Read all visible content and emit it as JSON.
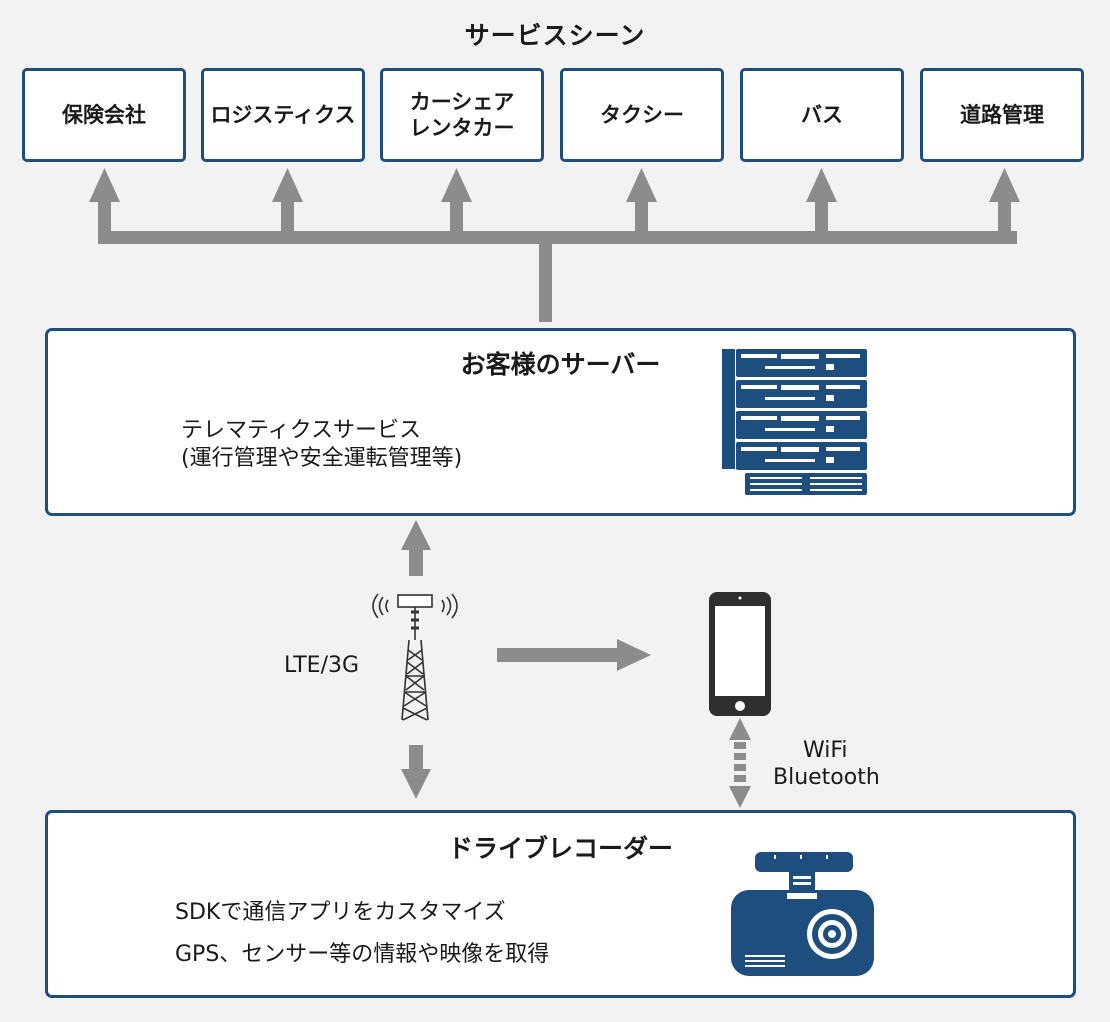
{
  "title": "サービスシーン",
  "scenes": [
    {
      "label": "保険会社"
    },
    {
      "label": "ロジスティクス"
    },
    {
      "label": "カーシェア\nレンタカー"
    },
    {
      "label": "タクシー"
    },
    {
      "label": "バス"
    },
    {
      "label": "道路管理"
    }
  ],
  "server": {
    "title": "お客様のサーバー",
    "line1": "テレマティクスサービス",
    "line2": "(運行管理や安全運転管理等)"
  },
  "network": {
    "lte_label": "LTE/3G",
    "wifi_label": "WiFi",
    "bt_label": "Bluetooth"
  },
  "recorder": {
    "title": "ドライブレコーダー",
    "line1": "SDKで通信アプリをカスタマイズ",
    "line2": "GPS、センサー等の情報や映像を取得"
  },
  "colors": {
    "navy": "#1d4e7d",
    "arrow_gray": "#8c8c8c",
    "phone_dark": "#2f2f2f",
    "background": "#f2f2f2"
  }
}
